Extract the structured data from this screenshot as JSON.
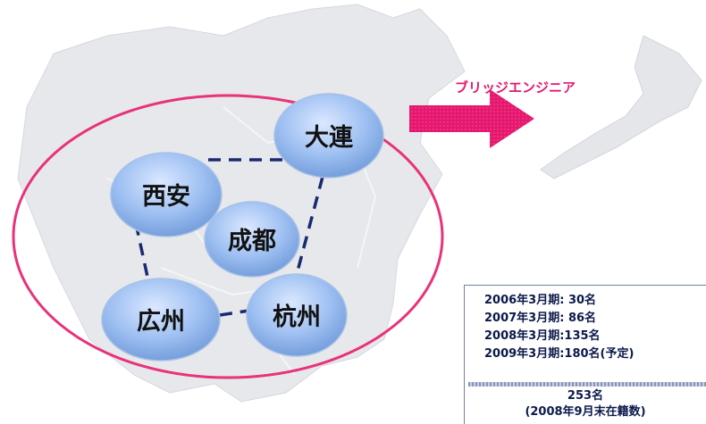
{
  "arrow_label": "ブリッジエンジニア",
  "colors": {
    "arrow": "#e6176f",
    "oval": "#e8327a",
    "node_fill": "#8eb4ee",
    "node_stroke": "#9fb8e0",
    "dashed_line": "#1a2a70",
    "map": "#e4e6ea"
  },
  "nodes": [
    {
      "id": "dalian",
      "label": "大連"
    },
    {
      "id": "xian",
      "label": "西安"
    },
    {
      "id": "chengdu",
      "label": "成都"
    },
    {
      "id": "guangzhou",
      "label": "広州"
    },
    {
      "id": "hangzhou",
      "label": "杭州"
    }
  ],
  "stats": {
    "lines": [
      "2006年3月期:  30名",
      "2007年3月期:  86名",
      "2008年3月期:135名",
      "2009年3月期:180名(予定)"
    ],
    "total": "253名",
    "total_note": "(2008年9月末在籍数)"
  }
}
